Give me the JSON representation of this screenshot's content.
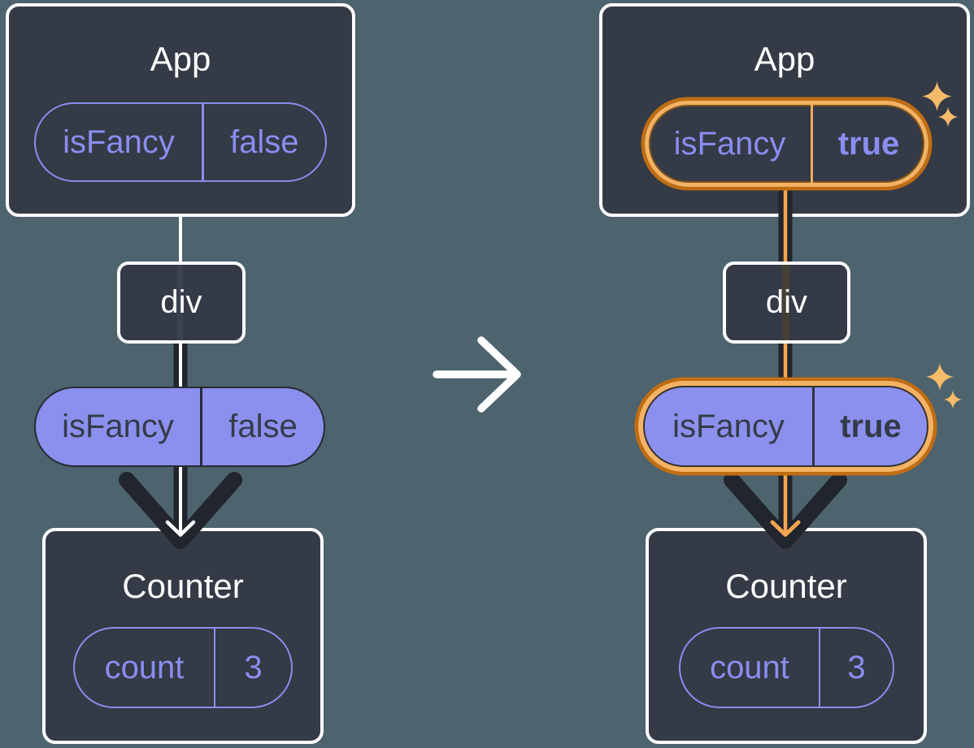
{
  "diagram_type": "react-state-tree-transition",
  "colors": {
    "background": "#4d636e",
    "box_fill": "#343a46",
    "box_border": "#ffffff",
    "purple": "#8a8df0",
    "purple_pill_fill": "#8b90ee",
    "pill_dark_text": "#343b48",
    "dark_line": "#21252d",
    "orange_ring_dark": "#c06d12",
    "orange_ring_light": "#f3b264",
    "orange_line": "#f3a64f",
    "sparkle": "#f6bb69",
    "white_line": "#ffffff"
  },
  "left_tree": {
    "app_title": "App",
    "app_pill": {
      "key": "isFancy",
      "value": "false"
    },
    "div_label": "div",
    "prop_pill": {
      "key": "isFancy",
      "value": "false"
    },
    "counter_title": "Counter",
    "counter_pill": {
      "key": "count",
      "value": "3"
    }
  },
  "right_tree": {
    "app_title": "App",
    "app_pill": {
      "key": "isFancy",
      "value": "true"
    },
    "div_label": "div",
    "prop_pill": {
      "key": "isFancy",
      "value": "true"
    },
    "counter_title": "Counter",
    "counter_pill": {
      "key": "count",
      "value": "3"
    }
  },
  "icons": {
    "transition_arrow": "right-arrow",
    "highlight_sparkles": "sparkle"
  }
}
